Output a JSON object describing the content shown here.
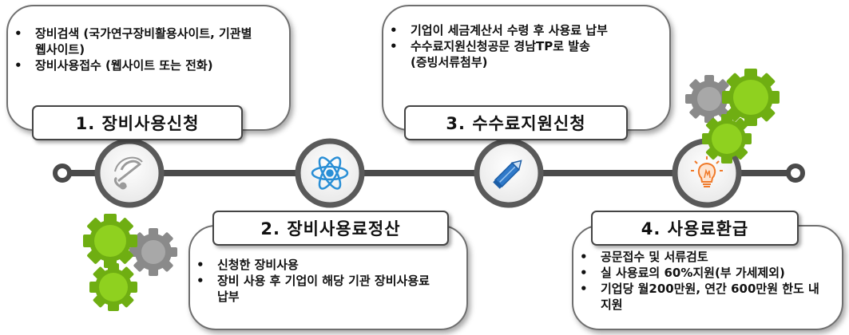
{
  "steps": [
    {
      "title": "1. 장비사용신청",
      "items": [
        "장비검색 (국가연구장비활용사이트, 기관별 웹사이트)",
        "장비사용접수 (웹사이트 또는 전화)"
      ],
      "icon": "bell-icon"
    },
    {
      "title": "2. 장비사용료정산",
      "items": [
        "신청한 장비사용",
        "장비 사용 후 기업이 해당 기관 장비사용료 납부"
      ],
      "icon": "atom-icon"
    },
    {
      "title": "3. 수수료지원신청",
      "items": [
        "기업이 세금계산서 수령 후 사용료 납부",
        "수수료지원신청공문 경남TP로 발송 (증빙서류첨부)"
      ],
      "icon": "pencil-icon"
    },
    {
      "title": "4. 사용료환급",
      "items": [
        "공문접수 및 서류검토",
        "실 사용료의 60%지원(부 가세제외)",
        "기업당 월200만원, 연간 600만원 한도 내 지원"
      ],
      "icon": "lightbulb-icon"
    }
  ],
  "colors": {
    "gear_green": "#8fd11f",
    "gear_gray": "#8a8a8a",
    "atom_blue": "#2a8fd6",
    "pencil_blue": "#2f79c9",
    "bulb_orange": "#f07a2a",
    "line": "#4a4a4a"
  }
}
